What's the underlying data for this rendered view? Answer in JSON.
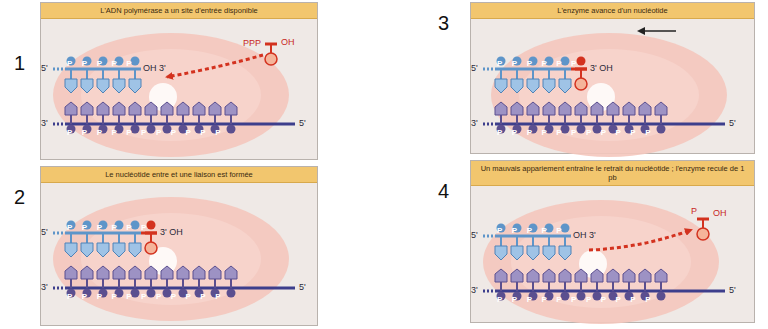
{
  "diagram": {
    "nodes": [
      {
        "text": [
          "L'ADN polymérase a un site d'entrée disponible"
        ]
      },
      {
        "text": [
          "Le nucléotide entre et une liaison est formée"
        ]
      },
      {
        "text": [
          "L'enzyme avance d'un nucléotide"
        ]
      },
      {
        "text": [
          "Un mauvais appariement entraîne le retrait du nucléotide ; l'enzyme recule de 1 pb"
        ]
      }
    ],
    "labels": [
      "1",
      "5'",
      "P P P P P",
      "OH 3'",
      "PPP",
      "OH",
      "3'",
      "P P P P P P P P P P P",
      "5'",
      "2",
      "5'",
      "P P P P P P",
      "3' OH",
      "3'",
      "P P P P P P P P P P P",
      "5'",
      "3",
      "5'",
      "P P P P P P",
      "3' OH",
      "3'",
      "P P P P P P P P P P P",
      "5'",
      "4",
      "5'",
      "P P P P P",
      "OH 3'",
      "P",
      "OH",
      "3'",
      "P P P P P P P P P P P",
      "5'"
    ]
  }
}
